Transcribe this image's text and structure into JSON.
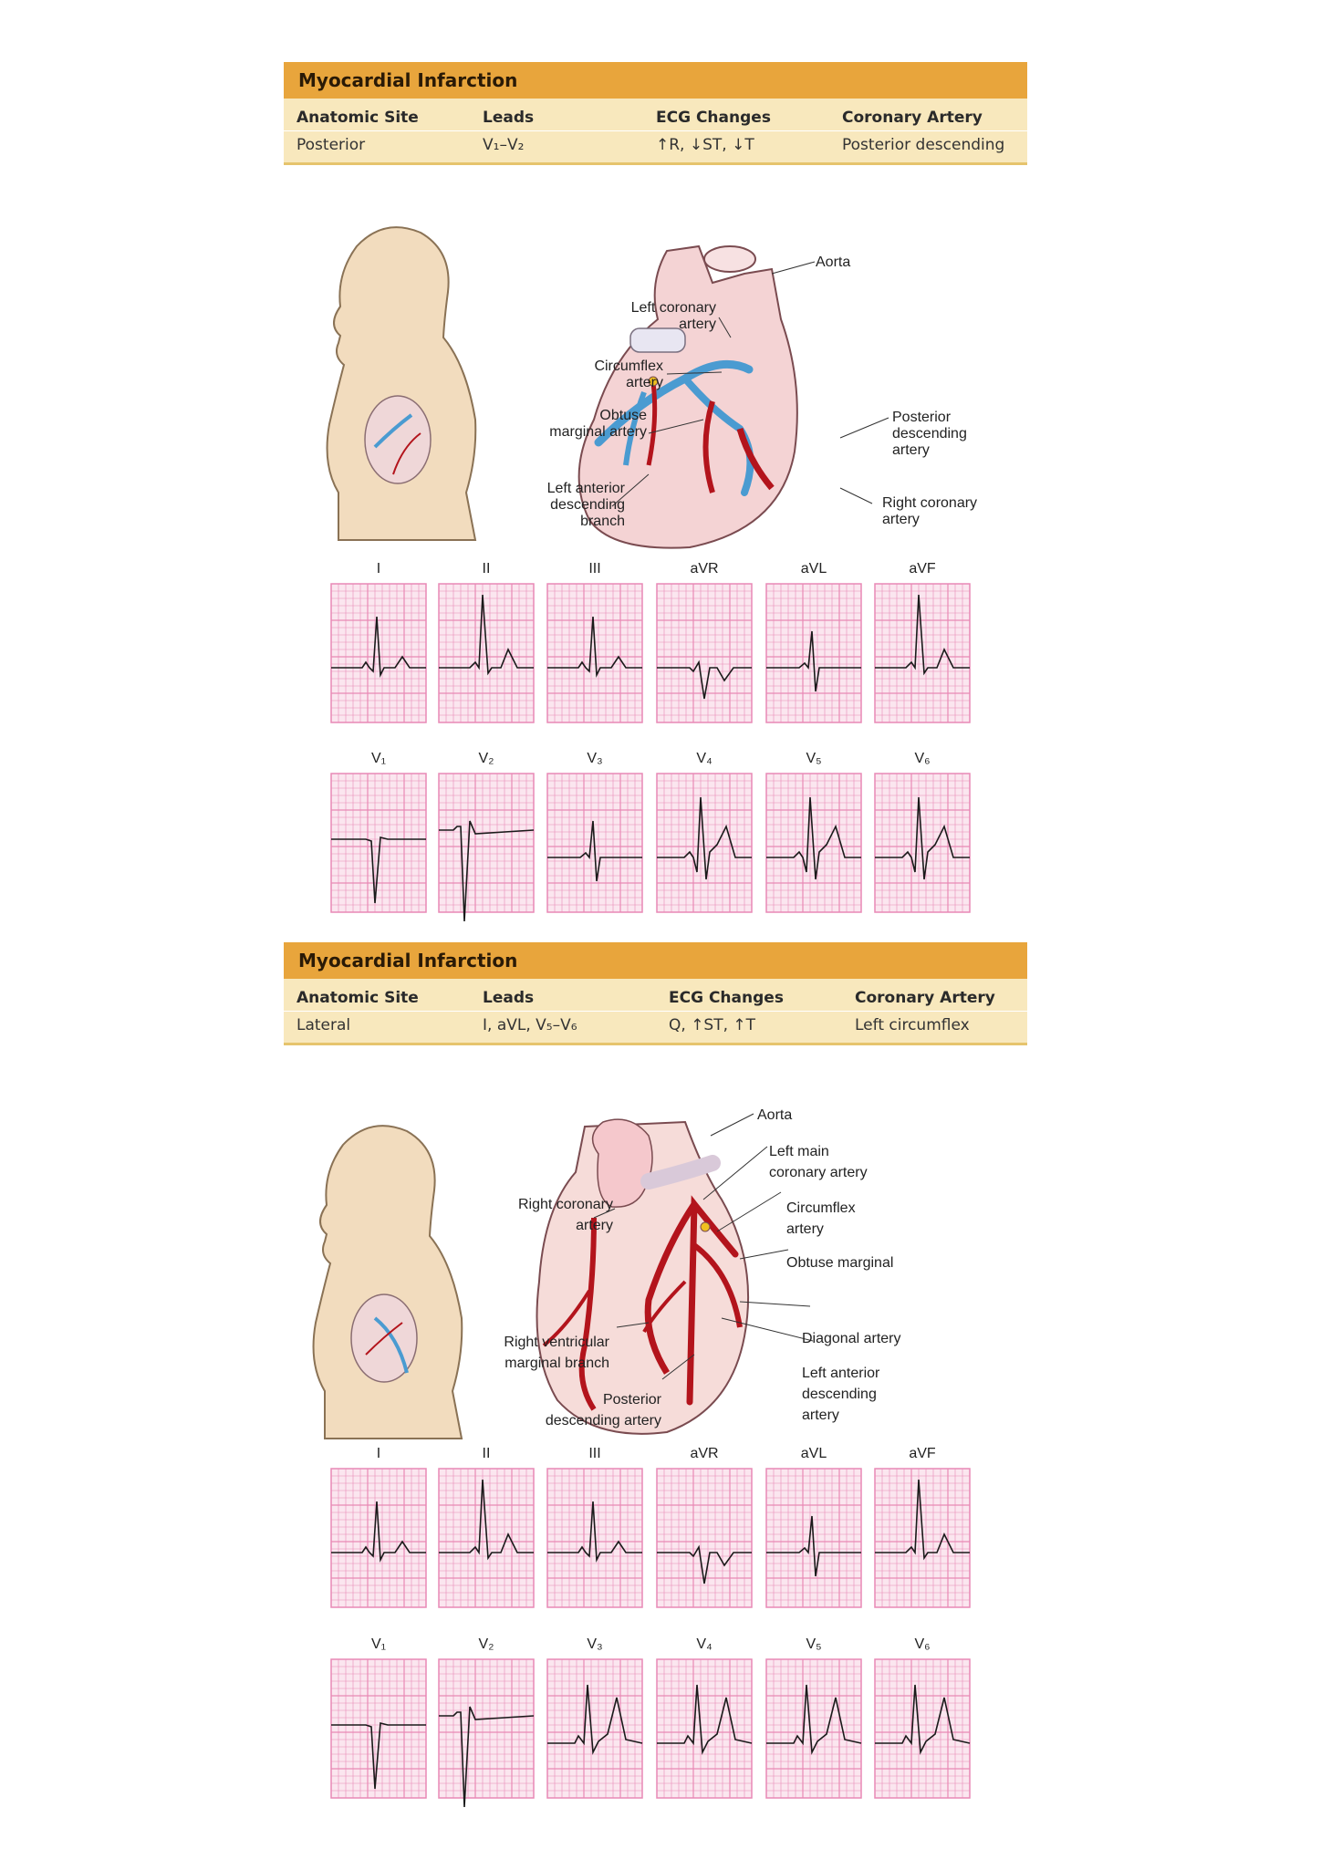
{
  "sections": [
    {
      "table": {
        "title": "Myocardial Infarction",
        "headers": [
          "Anatomic Site",
          "Leads",
          "ECG Changes",
          "Coronary Artery"
        ],
        "values": [
          "Posterior",
          "V₁–V₂",
          "↑R, ↓ST, ↓T",
          "Posterior descending"
        ]
      },
      "labels": {
        "aorta": "Aorta",
        "left_coronary": [
          "Left coronary",
          "artery"
        ],
        "circumflex": [
          "Circumflex",
          "artery"
        ],
        "obtuse": [
          "Obtuse",
          "marginal artery"
        ],
        "lad": [
          "Left anterior",
          "descending",
          "branch"
        ],
        "posterior_desc": [
          "Posterior",
          "descending",
          "artery"
        ],
        "right_coronary": [
          "Right coronary",
          "artery"
        ]
      }
    },
    {
      "table": {
        "title": "Myocardial Infarction",
        "headers": [
          "Anatomic Site",
          "Leads",
          "ECG Changes",
          "Coronary Artery"
        ],
        "values": [
          "Lateral",
          "I, aVL, V₅–V₆",
          "Q, ↑ST, ↑T",
          "Left circumflex"
        ]
      },
      "labels": {
        "aorta": "Aorta",
        "left_main": [
          "Left main",
          "coronary artery"
        ],
        "circumflex": [
          "Circumflex",
          "artery"
        ],
        "right_coronary": [
          "Right coronary",
          "artery"
        ],
        "obtuse": "Obtuse marginal",
        "diagonal": "Diagonal artery",
        "rv_marginal": [
          "Right ventricular",
          "marginal branch"
        ],
        "lad": [
          "Left anterior",
          "descending",
          "artery"
        ],
        "posterior_desc": [
          "Posterior",
          "descending artery"
        ]
      }
    }
  ],
  "leads_row1": [
    "I",
    "II",
    "III",
    "aVR",
    "aVL",
    "aVF"
  ],
  "leads_row2": [
    "V₁",
    "V₂",
    "V₃",
    "V₄",
    "V₅",
    "V₆"
  ],
  "colors": {
    "header": "#e8a53c",
    "table_bg": "#f8e8bd",
    "ecg_grid": "#e889b5",
    "artery_red": "#b3141c",
    "artery_blue": "#4a9bd1",
    "skin": "#f2dcbe"
  }
}
